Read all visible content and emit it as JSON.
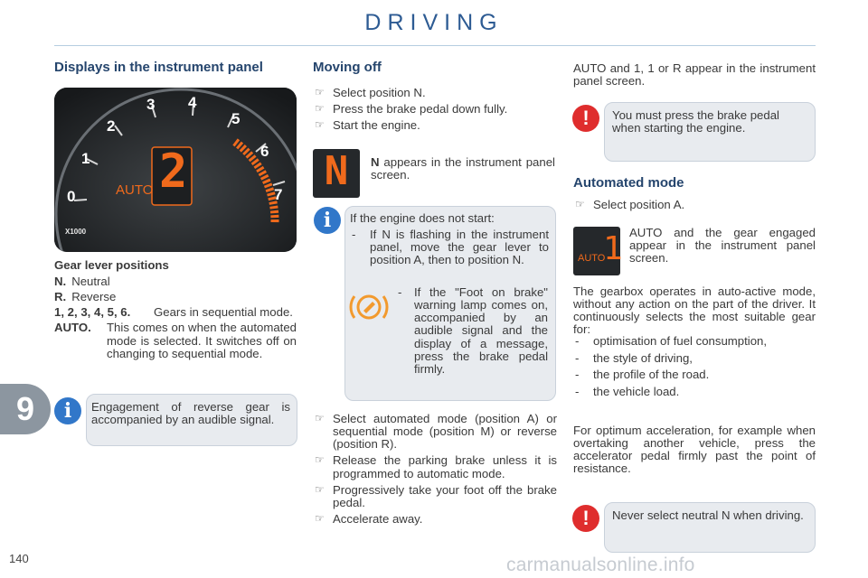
{
  "chapter": {
    "title": "DRIVING",
    "number": "9"
  },
  "page_number": "140",
  "watermark": "carmanualsonline.info",
  "left": {
    "heading": "Displays in the instrument panel",
    "dial": {
      "gear": "2",
      "mode": "AUTO",
      "scale_label": "X1000",
      "numbers": [
        "0",
        "1",
        "2",
        "3",
        "4",
        "5",
        "6",
        "7"
      ]
    },
    "gear_positions_title": "Gear lever positions",
    "entries": [
      {
        "key": "N.",
        "text": "Neutral"
      },
      {
        "key": "R.",
        "text": "Reverse"
      },
      {
        "key": "1, 2, 3, 4, 5, 6.",
        "text": "Gears in sequential mode."
      },
      {
        "key": "AUTO.",
        "text": "This comes on when the automated mode is selected. It switches off on changing to sequential mode."
      }
    ],
    "info_note": "Engagement of reverse gear is accompanied by an audible signal."
  },
  "middle": {
    "heading": "Moving off",
    "steps": [
      "Select position N.",
      "Press the brake pedal down fully.",
      "Start the engine."
    ],
    "n_tile_letter": "N",
    "n_display": {
      "key": "N",
      "text": "appears in the instrument panel screen."
    },
    "engine_box": {
      "intro": "If the engine does not start:",
      "item1": "If N is flashing in the instrument panel, move the gear lever to position A, then to position N.",
      "item2": "If the \"Foot on brake\" warning lamp comes on, accompanied by an audible signal and the display of a message, press the brake pedal firmly."
    },
    "steps2": [
      "Select automated mode (position A) or sequential mode (position M) or reverse (position R).",
      "Release the parking brake unless it is programmed to automatic mode.",
      "Progressively take your foot off the brake pedal.",
      "Accelerate away."
    ]
  },
  "right": {
    "top_text": "AUTO and 1, 1 or R appear in the instrument panel screen.",
    "warn_note": "You must press the brake pedal when starting the engine.",
    "heading": "Automated mode",
    "select_step": "Select position A.",
    "auto_tile": {
      "label": "AUTO",
      "gear": "1"
    },
    "auto_display_text": "AUTO and the gear engaged appear in the instrument panel screen.",
    "gearbox_text": "The gearbox operates in auto-active mode, without any action on the part of the driver. It continuously selects the most suitable gear for:",
    "factors": [
      "optimisation of fuel consumption,",
      "the style of driving,",
      "the profile of the road.",
      "the vehicle load."
    ],
    "accel_text": "For optimum acceleration, for example when overtaking another vehicle, press the accelerator pedal firmly past the point of resistance.",
    "neutral_note": "Never select neutral N when driving."
  },
  "colors": {
    "heading": "#25456d",
    "title": "#2d5b93",
    "info": "#3177c9",
    "warning": "#df2d2d",
    "dial_orange": "#f06a1c"
  },
  "icons": [
    "pointing-hand-icon",
    "info-icon",
    "warning-icon",
    "foot-on-brake-icon"
  ]
}
